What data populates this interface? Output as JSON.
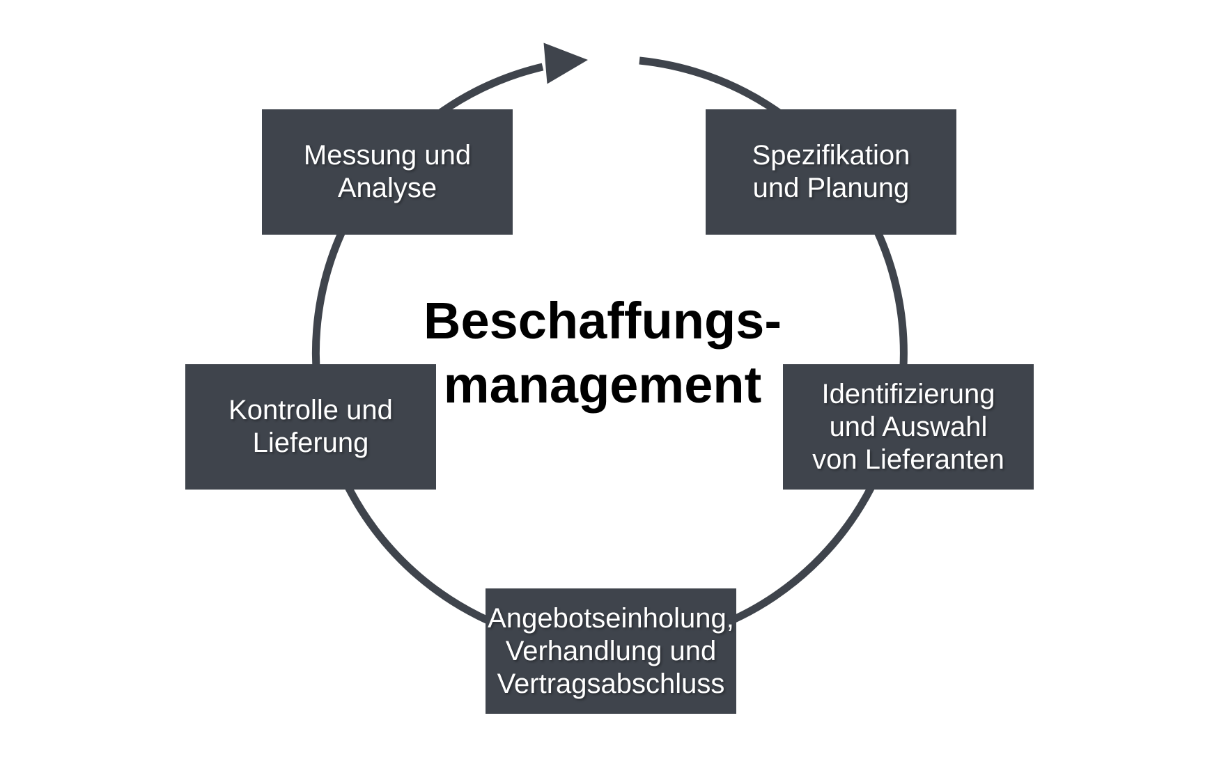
{
  "diagram": {
    "type": "cycle",
    "title_lines": [
      "Beschaffungs-",
      "management"
    ],
    "nodes": [
      {
        "label_lines": [
          "Spezifikation",
          "und Planung"
        ]
      },
      {
        "label_lines": [
          "Identifizierung",
          "und Auswahl",
          "von Lieferanten"
        ]
      },
      {
        "label_lines": [
          "Angebotseinholung,",
          "Verhandlung und",
          "Vertragsabschluss"
        ]
      },
      {
        "label_lines": [
          "Kontrolle und",
          "Lieferung"
        ]
      },
      {
        "label_lines": [
          "Messung und",
          "Analyse"
        ]
      }
    ],
    "colors": {
      "node_fill": "#3f444c",
      "node_text": "#ffffff",
      "title_text": "#000000",
      "arrow": "#3f444c",
      "background": "#ffffff"
    }
  }
}
